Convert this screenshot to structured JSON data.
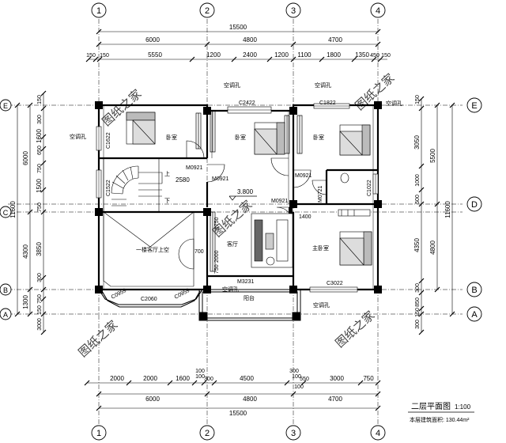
{
  "grid": {
    "columns": [
      "1",
      "2",
      "3",
      "4"
    ],
    "rows": [
      "E",
      "D",
      "C",
      "B",
      "A"
    ]
  },
  "dims": {
    "top_total": "15500",
    "top_spans": [
      "6000",
      "4800",
      "4700"
    ],
    "top_detail": [
      "150",
      "150",
      "5550",
      "1200",
      "2400",
      "1200",
      "1100",
      "1800",
      "1350",
      "450",
      "150"
    ],
    "bottom_detail": [
      "2000",
      "2000",
      "1600",
      "100",
      "4500",
      "300",
      "3000",
      "750"
    ],
    "bottom_small": [
      "100",
      "300",
      "100",
      "550",
      "100"
    ],
    "bottom_spans": [
      "6000",
      "4800",
      "4700"
    ],
    "bottom_total": "15500",
    "left_total": "11600",
    "left_major": [
      "6000",
      "4300",
      "1300"
    ],
    "left_detail": [
      "150",
      "300",
      "1600",
      "650",
      "750",
      "1500",
      "750",
      "3850",
      "300",
      "750",
      "150",
      "3000"
    ],
    "right_total": "11600",
    "right_major": [
      "5500",
      "4800"
    ],
    "right_detail": [
      "150",
      "3050",
      "1000",
      "500",
      "4350",
      "300",
      "850",
      "150",
      "300"
    ],
    "mid_2580": "2580",
    "mid_1400": "1400",
    "mid_1750": "1750",
    "mid_2000": "2000",
    "mid_700": "700",
    "mid_750": "750"
  },
  "labels": {
    "ac_hole": "空调孔",
    "bedroom": "卧室",
    "master": "主卧室",
    "void": "一楼客厅上空",
    "living": "客厅",
    "balcony": "阳台",
    "up": "上",
    "down": "下",
    "elevation": "3.800"
  },
  "codes": {
    "c2422": "C2422",
    "c1822": "C1822",
    "c1622": "C1622",
    "c1522": "C1522",
    "c1022": "C1022",
    "m0921_a": "M0921",
    "m0921_b": "M0921",
    "m0921_c": "M0921",
    "m0921_d": "M0921",
    "m0721": "M0721",
    "m3231": "M3231",
    "c3022": "C3022",
    "c2060": "C2060",
    "c0959_a": "C0959",
    "c0959_b": "C0959"
  },
  "watermark": "图纸之家",
  "title": "二层平面图",
  "scale": "1:100",
  "area_note": "本层建筑面积: 130.44m²"
}
